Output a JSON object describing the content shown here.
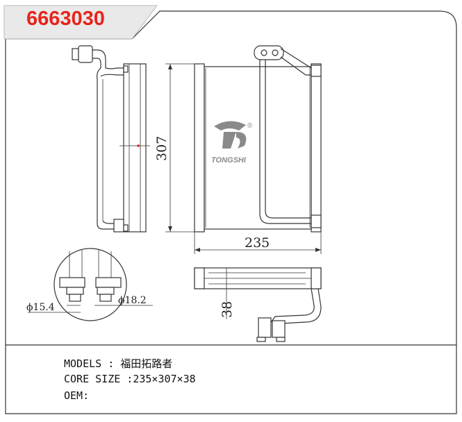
{
  "part_number": "6663030",
  "drawing": {
    "height_dim": "307",
    "width_dim": "235",
    "depth_dim": "38",
    "inlet_dia": "ϕ15.4",
    "outlet_dia": "ϕ18.2",
    "logo_text": "TONGSHI",
    "registered_mark": "®"
  },
  "specs": {
    "models_label": "MODELS : ",
    "models_value": "福田拓路者",
    "core_size_label": "CORE SIZE :",
    "core_size_value": "235×307×38",
    "oem_label": "OEM:",
    "oem_value": ""
  },
  "colors": {
    "part_number": "#e8241c",
    "logo": "#8a8a8a"
  }
}
